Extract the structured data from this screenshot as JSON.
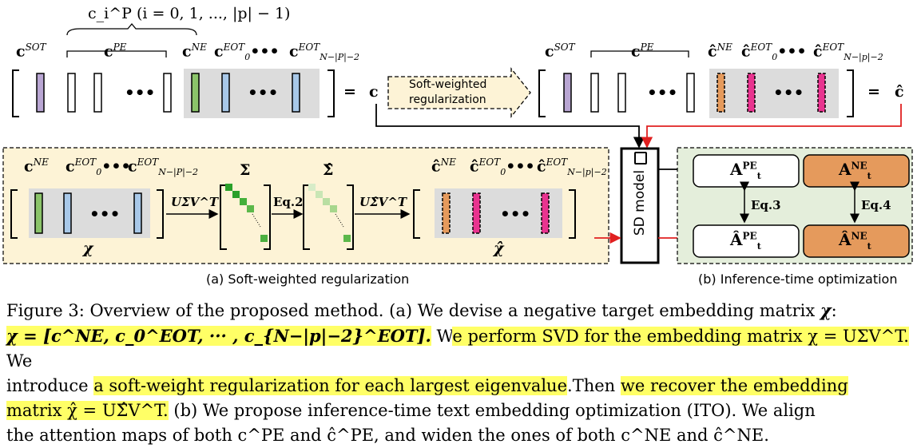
{
  "top_row": {
    "ci_label": "c_i^P (i = 0, 1, ..., |p| − 1)",
    "sot": "c",
    "sot_sup": "SOT",
    "pe": "c",
    "pe_sup": "PE",
    "ne": "c",
    "ne_sup": "NE",
    "eot0": "c",
    "eot0_sup": "EOT",
    "eot0_sub": "0",
    "eotn": "c",
    "eotn_sup": "EOT",
    "eotn_sub": "N−|P|−2",
    "ellipsis": "•••",
    "equals": "=",
    "c": "c",
    "arrow_label_line1": "Soft-weighted",
    "arrow_label_line2": "regularization",
    "right_sot": "c",
    "right_sot_sup": "SOT",
    "right_pe": "c",
    "right_pe_sup": "PE",
    "right_ne": "ĉ",
    "right_ne_sup": "NE",
    "right_eot0": "ĉ",
    "right_eot0_sup": "EOT",
    "right_eot0_sub": "0",
    "right_eotn": "ĉ",
    "right_eotn_sup": "EOT",
    "right_eotn_sub": "N−|p|−2",
    "c_hat": "ĉ"
  },
  "panel_a": {
    "ne": "c",
    "ne_sup": "NE",
    "eot0": "c",
    "eot0_sup": "EOT",
    "eot0_sub": "0",
    "eotn": "c",
    "eotn_sup": "EOT",
    "eotn_sub": "N−|P|−2",
    "chi": "χ",
    "svd_label": "UΣV^T",
    "sigma": "Σ",
    "eq2": "Eq.2",
    "sigma_hat": "Σ̂",
    "svd_hat_label": "UΣ̂V^T",
    "hat_ne": "ĉ",
    "hat_ne_sup": "NE",
    "hat_eot0": "ĉ",
    "hat_eot0_sup": "EOT",
    "hat_eot0_sub": "0",
    "hat_eotn": "ĉ",
    "hat_eotn_sup": "EOT",
    "hat_eotn_sub": "N−|p|−2",
    "chi_hat": "χ̂",
    "caption": "(a) Soft-weighted regularization"
  },
  "sd_model": {
    "label": "SD model"
  },
  "panel_b": {
    "a_pe": "A",
    "a_pe_sup": "PE",
    "a_pe_sub": "t",
    "a_ne": "A",
    "a_ne_sup": "NE",
    "a_ne_sub": "t",
    "a_hat_pe": "Â",
    "a_hat_pe_sup": "PE",
    "a_hat_pe_sub": "t",
    "a_hat_ne": "Â",
    "a_hat_ne_sup": "NE",
    "a_hat_ne_sub": "t",
    "eq3": "Eq.3",
    "eq4": "Eq.4",
    "caption": "(b) Inference-time optimization"
  },
  "figure_caption": {
    "line1_a": "Figure 3: Overview of the proposed method. (a) We devise a negative target embedding matrix ",
    "line1_chi": "χ",
    "line1_b": ":",
    "line2_hl1": "χ = [c^NE, c_0^EOT, ··· , c_{N−|p|−2}^EOT].",
    "line2_a": " W",
    "line2_hl2": "e perform SVD for the embedding matrix χ = UΣV^T.",
    "line2_b": " We",
    "line3_a": "introduce ",
    "line3_hl1": "a soft-weight regularization for each largest eigenvalue",
    "line3_b": ".Then ",
    "line3_hl2": "we recover the embedding",
    "line4_hl": "matrix χ̂ = UΣ̂V^T.",
    "line4_a": " (b) We propose inference-time text embedding optimization (ITO). We align",
    "line5": "the attention maps of both c^PE and ĉ^PE, and widen the ones of both c^NE and ĉ^NE."
  },
  "colors": {
    "panel_a_bg": "#fdf3d6",
    "panel_b_bg": "#e4eedb",
    "orange_box": "#e59a5c",
    "purple": "#b9a6d3",
    "green": "#8bc46a",
    "blue": "#a8c8e8",
    "pink": "#e8348f",
    "highlight": "#ffff66"
  }
}
